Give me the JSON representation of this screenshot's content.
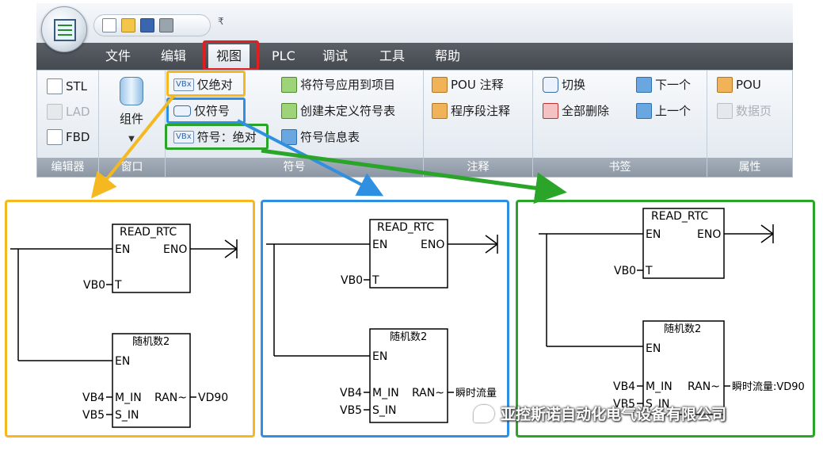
{
  "quick_access": {
    "more_glyph": "₹"
  },
  "tabs": [
    {
      "label": "文件"
    },
    {
      "label": "编辑"
    },
    {
      "label": "视图"
    },
    {
      "label": "PLC"
    },
    {
      "label": "调试"
    },
    {
      "label": "工具"
    },
    {
      "label": "帮助"
    }
  ],
  "active_tab": "视图",
  "ribbon": {
    "editor": {
      "stl": "STL",
      "lad": "LAD",
      "fbd": "FBD",
      "group": "编辑器"
    },
    "window": {
      "component": "组件",
      "group": "窗口"
    },
    "symbols": {
      "absolute_only": "仅绝对",
      "abs_prefix": "VBx",
      "symbol_only": "仅符号",
      "symbol_absolute": "符号：绝对",
      "apply_to_project": "将符号应用到项目",
      "create_undefined": "创建未定义符号表",
      "symbol_info": "符号信息表",
      "group": "符号"
    },
    "comments": {
      "pou_comment": "POU 注释",
      "segment_comment": "程序段注释",
      "group": "注释"
    },
    "bookmarks": {
      "toggle": "切换",
      "delete_all": "全部删除",
      "next": "下一个",
      "prev": "上一个",
      "group": "书签"
    },
    "properties": {
      "pou": "POU",
      "data_page": "数据页",
      "group": "属性"
    }
  },
  "colors": {
    "absolute": "#f5b820",
    "symbol": "#2f8fe0",
    "symbol_absolute": "#2aa52a",
    "view_tab": "#e02020"
  },
  "panels": [
    {
      "name": "absolute",
      "rtc": {
        "title": "READ_RTC",
        "en": "EN",
        "eno": "ENO",
        "t": "T",
        "t_operand": "VB0"
      },
      "rand": {
        "title": "随机数2",
        "en": "EN",
        "m_in": "M_IN",
        "s_in": "S_IN",
        "out": "RAN~",
        "m_operand": "VB4",
        "s_operand": "VB5",
        "out_operand": "VD90"
      }
    },
    {
      "name": "symbol",
      "rtc": {
        "title": "READ_RTC",
        "en": "EN",
        "eno": "ENO",
        "t": "T",
        "t_operand": "VB0"
      },
      "rand": {
        "title": "随机数2",
        "en": "EN",
        "m_in": "M_IN",
        "s_in": "S_IN",
        "out": "RAN~",
        "m_operand": "VB4",
        "s_operand": "VB5",
        "out_operand": "瞬时流量"
      }
    },
    {
      "name": "symbol-absolute",
      "rtc": {
        "title": "READ_RTC",
        "en": "EN",
        "eno": "ENO",
        "t": "T",
        "t_operand": "VB0"
      },
      "rand": {
        "title": "随机数2",
        "en": "EN",
        "m_in": "M_IN",
        "s_in": "S_IN",
        "out": "RAN~",
        "m_operand": "VB4",
        "s_operand": "VB5",
        "out_operand": "瞬时流量:VD90"
      }
    }
  ],
  "watermark": "亚控斯诺自动化电气设备有限公司"
}
